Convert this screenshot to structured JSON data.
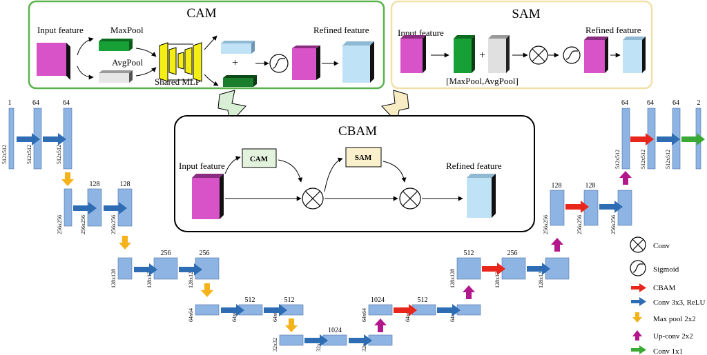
{
  "colors": {
    "feature_block": "#8eb4e3",
    "block_stroke": "#4a6fa5",
    "cbam_arrow": "#e8261c",
    "conv_arrow": "#2e6db4",
    "maxpool_arrow": "#f6b21a",
    "upconv_arrow": "#b3178c",
    "conv1x1_arrow": "#3aa935",
    "cam_border": "#59b34a",
    "sam_border": "#f1dfa8",
    "cbam_border": "#000000",
    "magenta_cube": "#d953c8",
    "green_cube": "#17a035",
    "lightblue_cube": "#bfe2f6",
    "yellow_mlp": "#f4ee16",
    "cam_box_fill": "#e3f2dd",
    "sam_box_fill": "#fbf0cc",
    "bolt_green": "#d9efd5",
    "bolt_yellow": "#f8ecc4"
  },
  "cam": {
    "title": "CAM",
    "input_label": "Input feature",
    "maxpool_label": "MaxPool",
    "avgpool_label": "AvgPool",
    "mlp_label": "Shared MLP",
    "plus": "+",
    "refined_label": "Refined feature"
  },
  "sam": {
    "title": "SAM",
    "input_label": "Input feature",
    "plus": "+",
    "refined_label": "Refined feature",
    "pool_label": "[MaxPool,AvgPool]"
  },
  "cbam": {
    "title": "CBAM",
    "input_label": "Input feature",
    "cam_box": "CAM",
    "sam_box": "SAM",
    "refined_label": "Refined feature"
  },
  "unet": {
    "channels": {
      "c1": "1",
      "c2": "64",
      "c3": "64",
      "c4": "128",
      "c5": "128",
      "c6": "256",
      "c7": "256",
      "c8": "512",
      "c9": "512",
      "c10": "1024",
      "c11": "1024",
      "c12": "512",
      "c13": "512",
      "c14": "256",
      "c15": "128",
      "c16": "128",
      "c17": "64",
      "c18": "64",
      "c19": "64",
      "c20": "2"
    },
    "dims": {
      "d512": "512x512",
      "d256": "256x256",
      "d128": "128x128",
      "d64": "64x64",
      "d32": "32x32"
    }
  },
  "legend": {
    "conv": "Conv",
    "sigmoid": "Sigmoid",
    "cbam": "CBAM",
    "conv3x3": "Conv 3x3, ReLU",
    "maxpool": "Max pool 2x2",
    "upconv": "Up-conv 2x2",
    "conv1x1": "Conv 1x1"
  }
}
